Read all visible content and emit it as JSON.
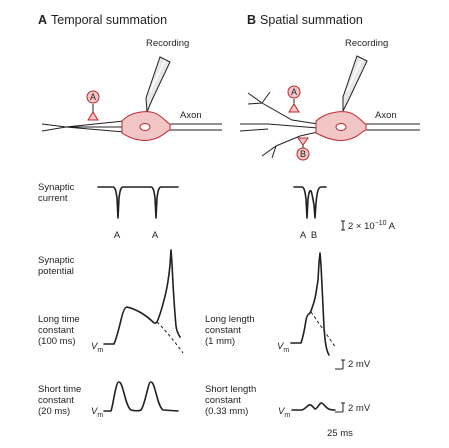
{
  "panel_a": {
    "letter": "A",
    "title": "Temporal summation"
  },
  "panel_b": {
    "letter": "B",
    "title": "Spatial summation"
  },
  "diagram": {
    "recording_label_a": "Recording",
    "recording_label_b": "Recording",
    "axon_label_a": "Axon",
    "axon_label_b": "Axon",
    "synapse_a_label": "A",
    "synapse_b1_label": "A",
    "synapse_b2_label": "B"
  },
  "rows": {
    "synaptic_current": [
      "Synaptic",
      "current"
    ],
    "synaptic_potential": [
      "Synaptic",
      "potential"
    ],
    "long_time": [
      "Long time",
      "constant",
      "(100 ms)"
    ],
    "short_time": [
      "Short time",
      "constant",
      "(20 ms)"
    ],
    "long_length": [
      "Long length",
      "constant",
      "(1 mm)"
    ],
    "short_length": [
      "Short length",
      "constant",
      "(0.33 mm)"
    ]
  },
  "current_labels_a": [
    "A",
    "A"
  ],
  "current_labels_b": [
    "A",
    "B"
  ],
  "vm_label": "V",
  "vm_sub": "m",
  "scales": {
    "current_prefix": "2 × 10",
    "current_exp": "−10",
    "current_unit": " A",
    "voltage_1": "2 mV",
    "voltage_2": "2 mV",
    "time": "25 ms"
  },
  "colors": {
    "cell_fill": "#f3c6c6",
    "cell_outline": "#c1272d",
    "ink": "#231f20"
  }
}
